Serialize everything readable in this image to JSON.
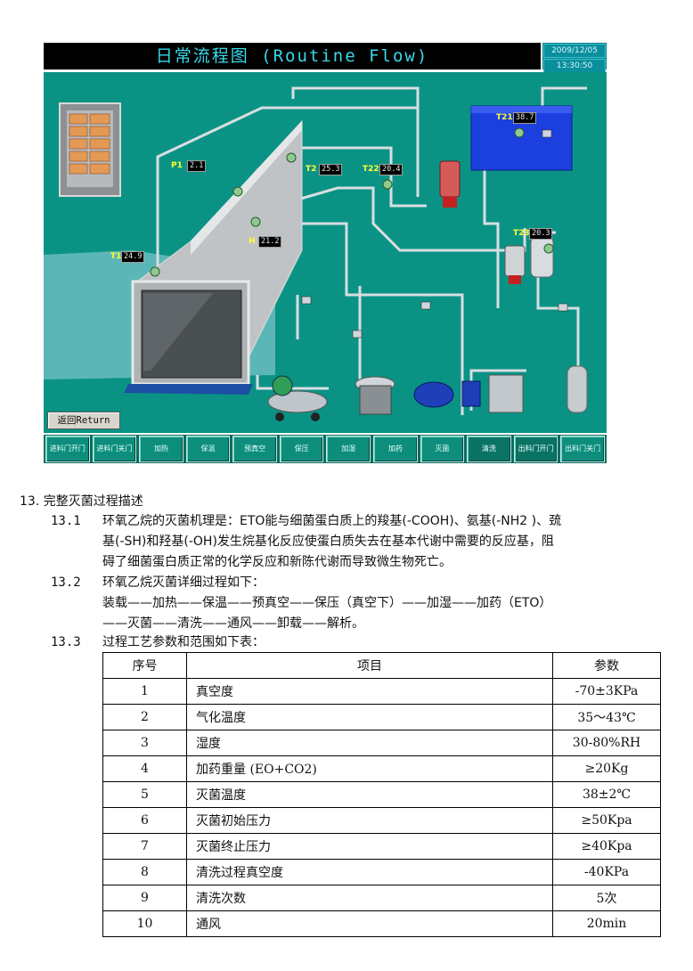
{
  "hmi": {
    "title": "日常流程图 (Routine Flow)",
    "date": "2009/12/05",
    "time": "13:30:50",
    "sensors": {
      "t21": {
        "label": "T21",
        "value": "38.7"
      },
      "p1": {
        "label": "P1",
        "value": "2.1"
      },
      "t2": {
        "label": "T2",
        "value": "25.3"
      },
      "t22": {
        "label": "T22",
        "value": "20.4"
      },
      "t23": {
        "label": "T23",
        "value": "20.3"
      },
      "h": {
        "label": "H",
        "value": "21.2"
      },
      "t1": {
        "label": "T1",
        "value": "24.9"
      }
    },
    "return_label": "返回Return",
    "buttons": [
      "进料门开门",
      "进料门关门",
      "加热",
      "保温",
      "预真空",
      "保压",
      "加湿",
      "加药",
      "灭菌",
      "清洗",
      "出料门开门",
      "出料门关门"
    ]
  },
  "doc": {
    "section_title": "13. 完整灭菌过程描述",
    "s1_num": "13.1",
    "s1_line1": "环氧乙烷的灭菌机理是：ETO能与细菌蛋白质上的羧基(-COOH)、氨基(-NH2 )、巯",
    "s1_line2": "基(-SH)和羟基(-OH)发生烷基化反应使蛋白质失去在基本代谢中需要的反应基，阻",
    "s1_line3": "碍了细菌蛋白质正常的化学反应和新陈代谢而导致微生物死亡。",
    "s2_num": "13.2",
    "s2_line1": "环氧乙烷灭菌详细过程如下：",
    "s2_line2": "装载——加热——保温——预真空——保压（真空下）——加湿——加药（ETO）",
    "s2_line3": "——灭菌——清洗——通风——卸载——解析。",
    "s3_num": "13.3",
    "s3_line1": "过程工艺参数和范围如下表：",
    "table": {
      "headers": [
        "序号",
        "项目",
        "参数"
      ],
      "rows": [
        [
          "1",
          "真空度",
          "-70±3KPa"
        ],
        [
          "2",
          "气化温度",
          "35～43℃"
        ],
        [
          "3",
          "湿度",
          "30-80%RH"
        ],
        [
          "4",
          "加药重量 (EO+CO2)",
          "≥20Kg"
        ],
        [
          "5",
          "灭菌温度",
          "38±2℃"
        ],
        [
          "6",
          "灭菌初始压力",
          "≥50Kpa"
        ],
        [
          "7",
          "灭菌终止压力",
          "≥40Kpa"
        ],
        [
          "8",
          "清洗过程真空度",
          "-40KPa"
        ],
        [
          "9",
          "清洗次数",
          "5次"
        ],
        [
          "10",
          "通风",
          "20min"
        ]
      ]
    }
  }
}
